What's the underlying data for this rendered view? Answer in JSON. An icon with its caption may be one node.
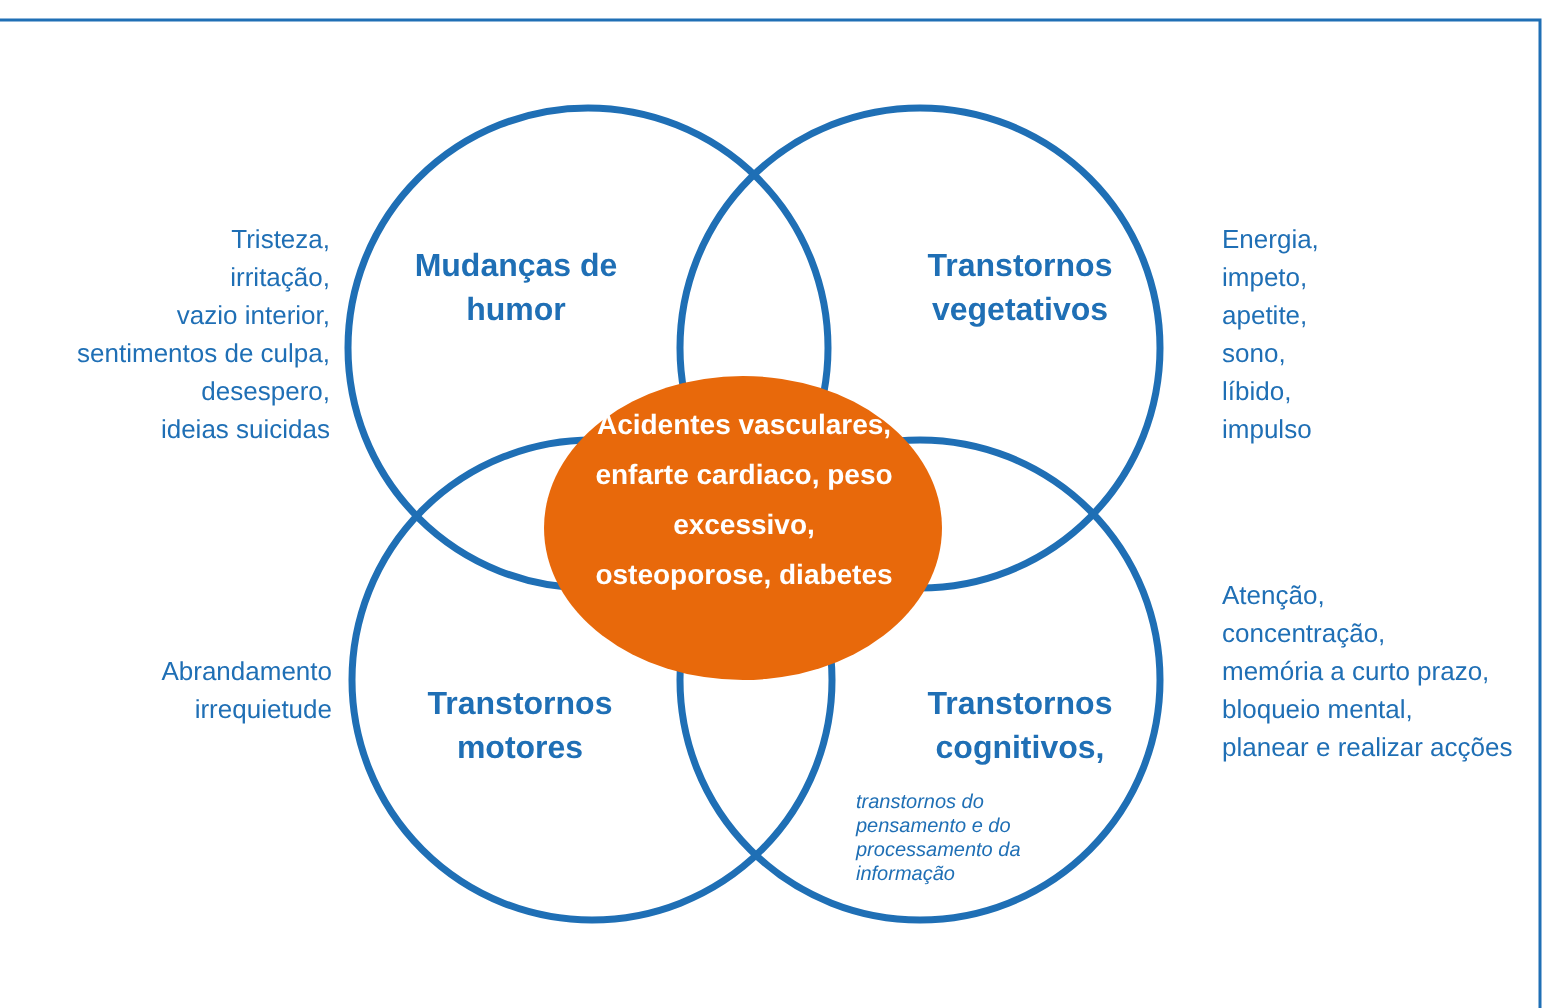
{
  "diagram": {
    "nodes": [
      {
        "text": [
          "Mudanças de humor"
        ],
        "beside": [
          "Tristeza, irritação, vazio interior, sentimentos de culpa, desespero, ideias suicidas"
        ]
      },
      {
        "text": [
          "Transtornos vegetativos"
        ],
        "beside": [
          "Energia, impeto, apetite, sono, líbido, impulso"
        ]
      },
      {
        "text": [
          "Transtornos motores"
        ],
        "beside": [
          "Abrandamento irrequietude"
        ]
      },
      {
        "text": [
          "Transtornos cognitivos,",
          "transtornos do pensamento e do processamento da informação"
        ],
        "beside": [
          "Atenção, concentração, memória a curto prazo, bloqueio mental, planear e realizar acções"
        ]
      },
      {
        "text": [
          "Acidentes vasculares, enfarte cardiaco, peso excessivo, osteoporose, diabetes"
        ]
      }
    ],
    "edges": []
  }
}
